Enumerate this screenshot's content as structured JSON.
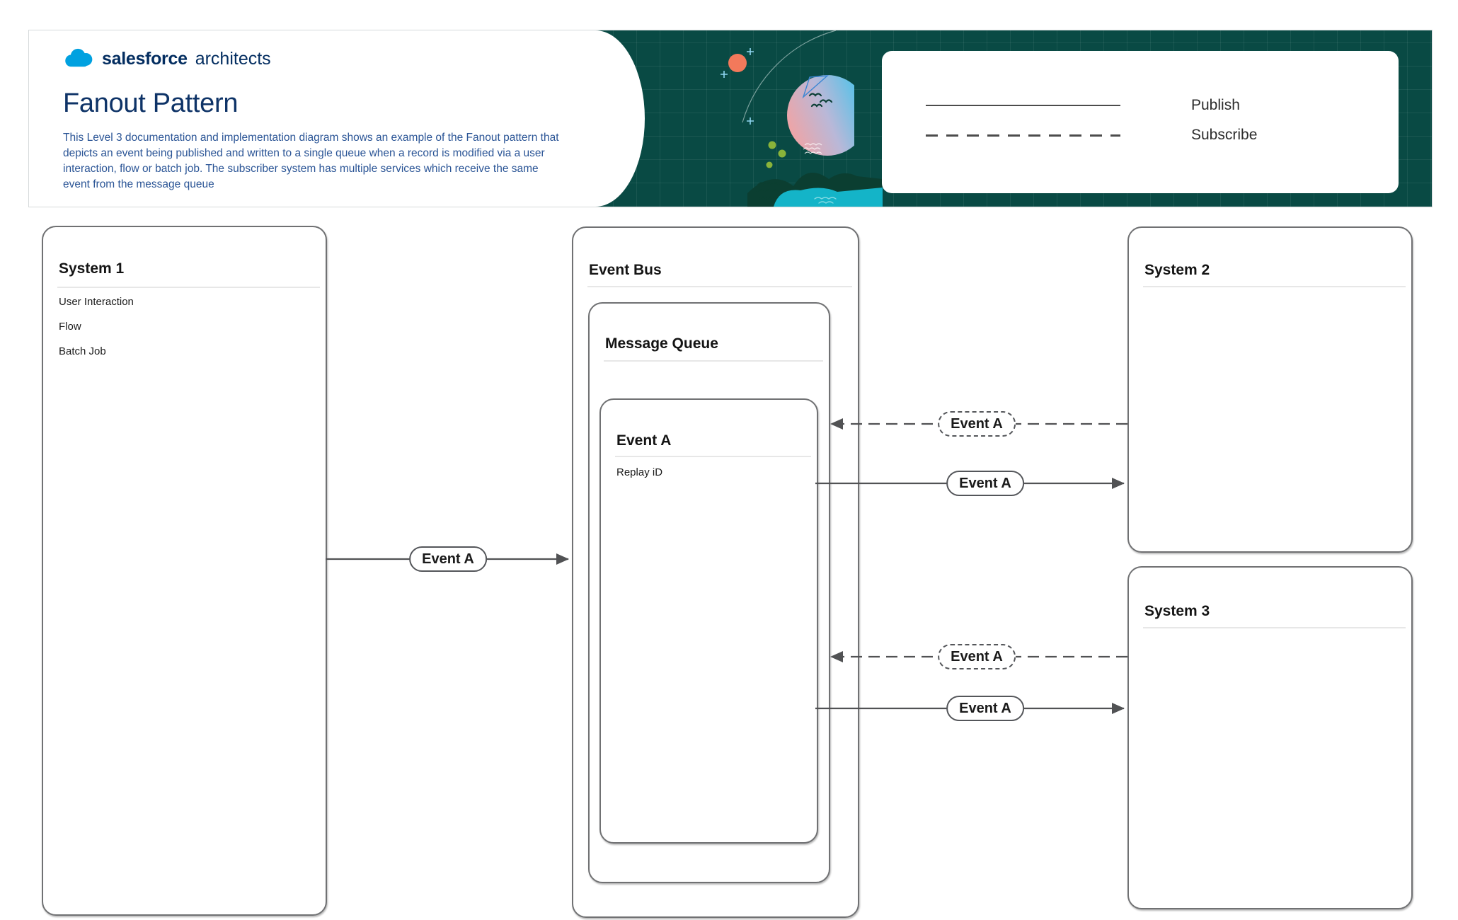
{
  "header": {
    "logo": {
      "brand": "salesforce",
      "suffix": "architects"
    },
    "title": "Fanout Pattern",
    "description": "This Level 3 documentation and implementation diagram shows an example of the Fanout pattern that depicts an event being published  and written to a single queue when a record is modified via a user interaction, flow or batch job.  The subscriber system has multiple services which receive the same event from the message queue",
    "legend": [
      {
        "style": "solid",
        "label": "Publish"
      },
      {
        "style": "dashed",
        "label": "Subscribe"
      }
    ],
    "colors": {
      "band_teal": "#094a44",
      "title_navy": "#0e3367",
      "description_blue": "#2b5596",
      "logo_navy": "#032d60",
      "cloud_blue": "#00a1e0",
      "moon_pink": "#f2a3a3",
      "moon_blue": "#4cc3ea",
      "sun_orange": "#f3795b"
    }
  },
  "diagram": {
    "system1": {
      "title": "System 1",
      "items": [
        "User Interaction",
        "Flow",
        "Batch Job"
      ]
    },
    "event_bus": {
      "title": "Event Bus"
    },
    "message_queue": {
      "title": "Message Queue"
    },
    "event_a": {
      "title": "Event A",
      "replay_label": "Replay iD"
    },
    "system2": {
      "title": "System 2"
    },
    "system3": {
      "title": "System 3"
    },
    "arrows": [
      {
        "type": "publish",
        "label": "Event A",
        "from": "system1",
        "to": "event-bus"
      },
      {
        "type": "subscribe",
        "label": "Event A",
        "from": "system2",
        "to": "message-queue"
      },
      {
        "type": "publish",
        "label": "Event A",
        "from": "event-a",
        "to": "system2"
      },
      {
        "type": "subscribe",
        "label": "Event A",
        "from": "system3",
        "to": "message-queue"
      },
      {
        "type": "publish",
        "label": "Event A",
        "from": "event-a",
        "to": "system3"
      }
    ],
    "arrow_color": "#515254",
    "box_border_color": "#707173"
  }
}
